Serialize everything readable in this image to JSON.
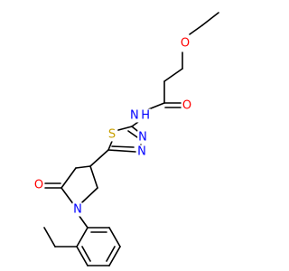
{
  "colors": {
    "bond": "#000000",
    "oxygen": "#ff0000",
    "nitrogen": "#0000ff",
    "sulfur": "#c8a000",
    "background": "#ffffff"
  },
  "atoms": {
    "ether_o": {
      "text": "O",
      "color": "oxygen"
    },
    "carbonyl_o_amide": {
      "text": "O",
      "color": "oxygen"
    },
    "amide_nh": {
      "text": "N H",
      "color": "nitrogen"
    },
    "thiadiazole_s": {
      "text": "S",
      "color": "sulfur"
    },
    "thiadiazole_n3": {
      "text": "N",
      "color": "nitrogen"
    },
    "thiadiazole_n4": {
      "text": "N",
      "color": "nitrogen"
    },
    "lactam_o": {
      "text": "O",
      "color": "oxygen"
    },
    "pyrrolidine_n": {
      "text": "N",
      "color": "nitrogen"
    }
  }
}
